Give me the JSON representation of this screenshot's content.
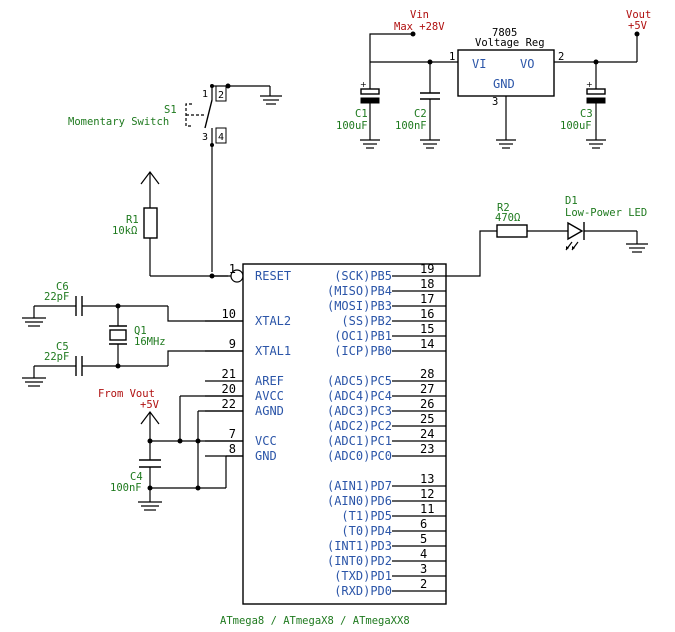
{
  "regulator": {
    "vin_label": "Vin",
    "vin_max": "Max +28V",
    "part": "7805",
    "name": "Voltage Reg",
    "vi": "VI",
    "vo": "VO",
    "gnd": "GND",
    "pin1": "1",
    "pin2": "2",
    "pin3": "3",
    "vout_label": "Vout",
    "vout_value": "+5V"
  },
  "caps": {
    "c1_name": "C1",
    "c1_value": "100uF",
    "c2_name": "C2",
    "c2_value": "100nF",
    "c3_name": "C3",
    "c3_value": "100uF",
    "c4_name": "C4",
    "c4_value": "100nF",
    "c5_name": "C5",
    "c5_value": "22pF",
    "c6_name": "C6",
    "c6_value": "22pF"
  },
  "switch": {
    "name": "S1",
    "desc": "Momentary Switch",
    "pin1": "1",
    "pin2": "2",
    "pin3": "3",
    "pin4": "4"
  },
  "resistors": {
    "r1_name": "R1",
    "r1_value": "10kΩ",
    "r2_name": "R2",
    "r2_value": "470Ω"
  },
  "led": {
    "name": "D1",
    "desc": "Low-Power LED"
  },
  "crystal": {
    "name": "Q1",
    "value": "16MHz"
  },
  "supply": {
    "from": "From Vout",
    "value": "+5V"
  },
  "chip": {
    "caption": "ATmega8 / ATmegaX8 / ATmegaXX8",
    "left_pins": [
      {
        "num": "1",
        "name": "RESET"
      },
      {
        "num": "10",
        "name": "XTAL2"
      },
      {
        "num": "9",
        "name": "XTAL1"
      },
      {
        "num": "21",
        "name": "AREF"
      },
      {
        "num": "20",
        "name": "AVCC"
      },
      {
        "num": "22",
        "name": "AGND"
      },
      {
        "num": "7",
        "name": "VCC"
      },
      {
        "num": "8",
        "name": "GND"
      }
    ],
    "right_pins": [
      {
        "num": "19",
        "name": "(SCK)PB5"
      },
      {
        "num": "18",
        "name": "(MISO)PB4"
      },
      {
        "num": "17",
        "name": "(MOSI)PB3"
      },
      {
        "num": "16",
        "name": "(SS)PB2"
      },
      {
        "num": "15",
        "name": "(OC1)PB1"
      },
      {
        "num": "14",
        "name": "(ICP)PB0"
      },
      {
        "num": "28",
        "name": "(ADC5)PC5"
      },
      {
        "num": "27",
        "name": "(ADC4)PC4"
      },
      {
        "num": "26",
        "name": "(ADC3)PC3"
      },
      {
        "num": "25",
        "name": "(ADC2)PC2"
      },
      {
        "num": "24",
        "name": "(ADC1)PC1"
      },
      {
        "num": "23",
        "name": "(ADC0)PC0"
      },
      {
        "num": "13",
        "name": "(AIN1)PD7"
      },
      {
        "num": "12",
        "name": "(AIN0)PD6"
      },
      {
        "num": "11",
        "name": "(T1)PD5"
      },
      {
        "num": "6",
        "name": "(T0)PD4"
      },
      {
        "num": "5",
        "name": "(INT1)PD3"
      },
      {
        "num": "4",
        "name": "(INT0)PD2"
      },
      {
        "num": "3",
        "name": "(TXD)PD1"
      },
      {
        "num": "2",
        "name": "(RXD)PD0"
      }
    ]
  }
}
